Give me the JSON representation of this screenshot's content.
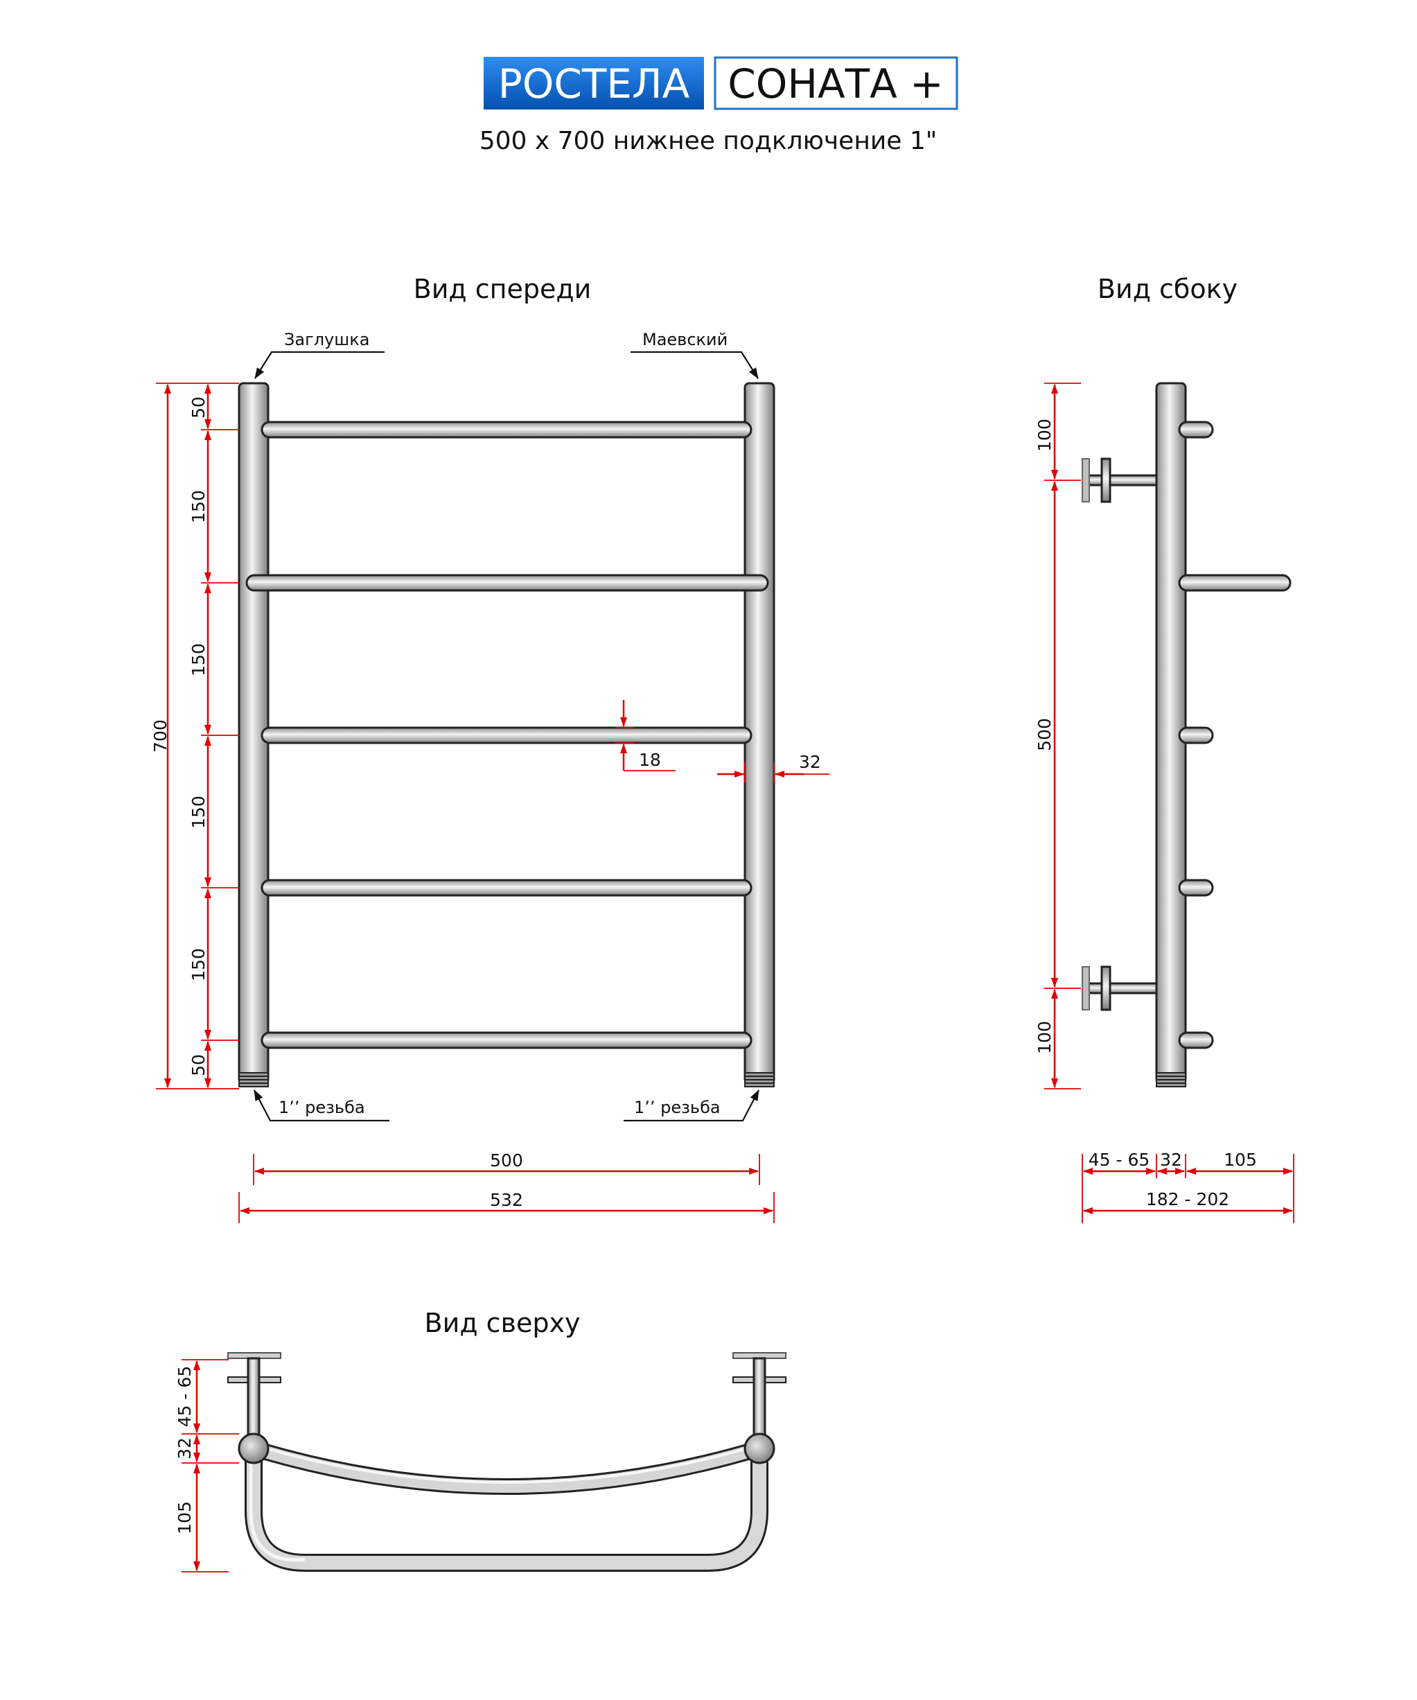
{
  "brand": {
    "name": "РОСТЕЛА",
    "model": "СОНАТА +",
    "name_color": "#0b6fd8",
    "model_border": "#1e73c8"
  },
  "subtitle": "500 x 700 нижнее подключение 1\"",
  "views": {
    "front": {
      "title": "Вид спереди",
      "label_cap": "Заглушка",
      "label_vent": "Маевский",
      "label_thread_left": "1’’ резьба",
      "label_thread_right": "1’’ резьба",
      "dim_total_height": "700",
      "dim_steps": [
        "50",
        "150",
        "150",
        "150",
        "150",
        "50"
      ],
      "dim_bar": "18",
      "dim_pipe": "32",
      "dim_width_inner": "500",
      "dim_width_outer": "532"
    },
    "side": {
      "title": "Вид сбоку",
      "dim_top": "100",
      "dim_mid": "500",
      "dim_bottom": "100",
      "dim_wall": "45 - 65",
      "dim_pipe": "32",
      "dim_depth": "105",
      "dim_total": "182 - 202"
    },
    "top": {
      "title": "Вид сверху",
      "dim_wall": "45 - 65",
      "dim_pipe": "32",
      "dim_depth": "105"
    }
  },
  "colors": {
    "dimension": "#e00000",
    "outline": "#222222",
    "metal_light": "#f2f2f2",
    "metal_dark": "#8e8e8e"
  }
}
